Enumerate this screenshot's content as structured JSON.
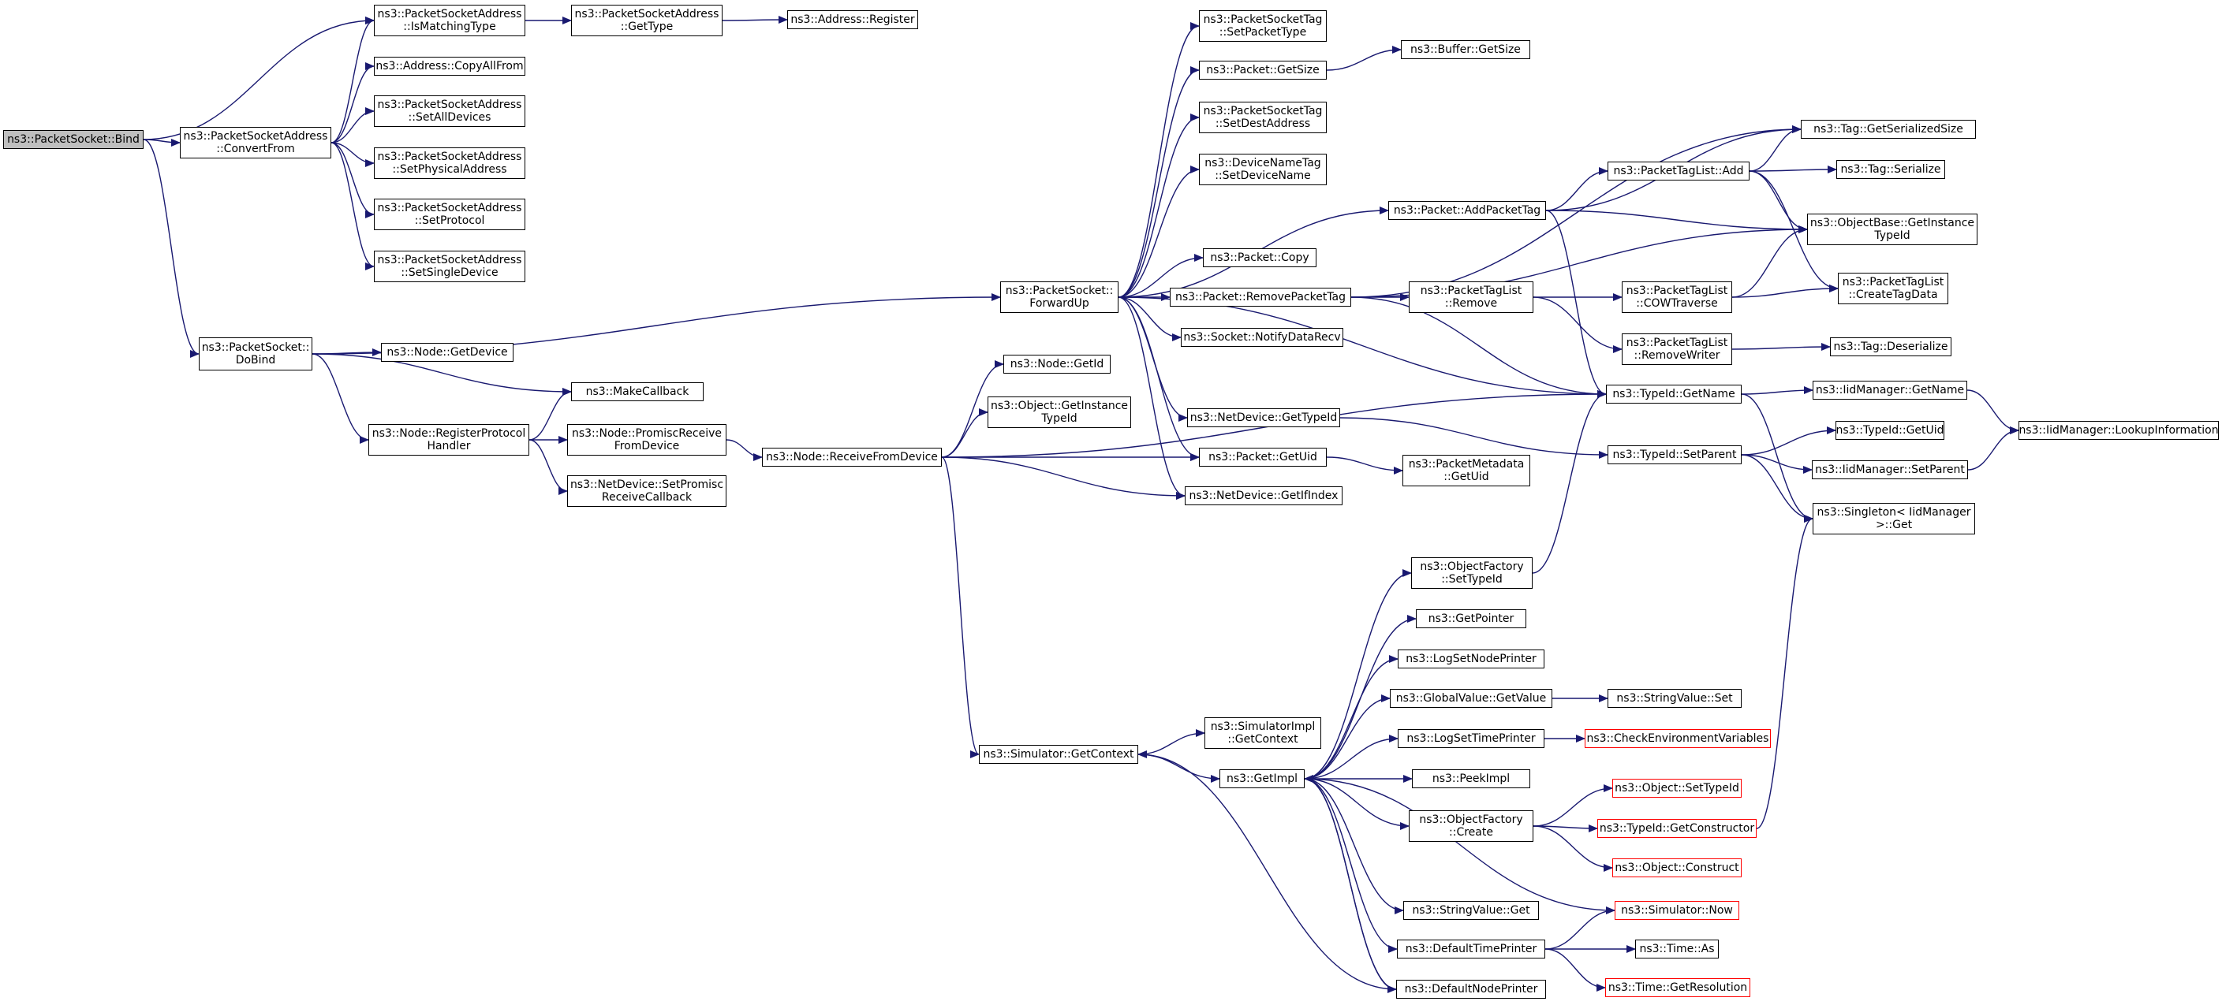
{
  "graph": {
    "edge_color": "#191970",
    "root_fill": "#bfbfbf",
    "truncated_border": "#ff0000",
    "nodes": [
      {
        "id": "bind",
        "lines": [
          "ns3::PacketSocket::Bind"
        ],
        "root": true
      },
      {
        "id": "ismatching",
        "lines": [
          "ns3::PacketSocketAddress",
          "::IsMatchingType"
        ]
      },
      {
        "id": "psa_gettype",
        "lines": [
          "ns3::PacketSocketAddress",
          "::GetType"
        ]
      },
      {
        "id": "addr_register",
        "lines": [
          "ns3::Address::Register"
        ]
      },
      {
        "id": "copyallfrom",
        "lines": [
          "ns3::Address::CopyAllFrom"
        ]
      },
      {
        "id": "convertfrom",
        "lines": [
          "ns3::PacketSocketAddress",
          "::ConvertFrom"
        ]
      },
      {
        "id": "setalldevices",
        "lines": [
          "ns3::PacketSocketAddress",
          "::SetAllDevices"
        ]
      },
      {
        "id": "setphysaddr",
        "lines": [
          "ns3::PacketSocketAddress",
          "::SetPhysicalAddress"
        ]
      },
      {
        "id": "setprotocol",
        "lines": [
          "ns3::PacketSocketAddress",
          "::SetProtocol"
        ]
      },
      {
        "id": "setsingledev",
        "lines": [
          "ns3::PacketSocketAddress",
          "::SetSingleDevice"
        ]
      },
      {
        "id": "dobind",
        "lines": [
          "ns3::PacketSocket::",
          "DoBind"
        ]
      },
      {
        "id": "node_getdevice",
        "lines": [
          "ns3::Node::GetDevice"
        ]
      },
      {
        "id": "makecallback",
        "lines": [
          "ns3::MakeCallback"
        ]
      },
      {
        "id": "regprothandler",
        "lines": [
          "ns3::Node::RegisterProtocol",
          "Handler"
        ]
      },
      {
        "id": "promiscrecv",
        "lines": [
          "ns3::Node::PromiscReceive",
          "FromDevice"
        ]
      },
      {
        "id": "setpromisccb",
        "lines": [
          "ns3::NetDevice::SetPromisc",
          "ReceiveCallback"
        ]
      },
      {
        "id": "recvfromdev",
        "lines": [
          "ns3::Node::ReceiveFromDevice"
        ]
      },
      {
        "id": "node_getid",
        "lines": [
          "ns3::Node::GetId"
        ]
      },
      {
        "id": "obj_getinsttid",
        "lines": [
          "ns3::Object::GetInstance",
          "TypeId"
        ]
      },
      {
        "id": "forwardup",
        "lines": [
          "ns3::PacketSocket::",
          "ForwardUp"
        ]
      },
      {
        "id": "pst_setpackettype",
        "lines": [
          "ns3::PacketSocketTag",
          "::SetPacketType"
        ]
      },
      {
        "id": "packet_getsize",
        "lines": [
          "ns3::Packet::GetSize"
        ]
      },
      {
        "id": "buffer_getsize",
        "lines": [
          "ns3::Buffer::GetSize"
        ]
      },
      {
        "id": "pst_setdestaddr",
        "lines": [
          "ns3::PacketSocketTag",
          "::SetDestAddress"
        ]
      },
      {
        "id": "dnt_setdevname",
        "lines": [
          "ns3::DeviceNameTag",
          "::SetDeviceName"
        ]
      },
      {
        "id": "packet_addtag",
        "lines": [
          "ns3::Packet::AddPacketTag"
        ]
      },
      {
        "id": "ptl_add",
        "lines": [
          "ns3::PacketTagList::Add"
        ]
      },
      {
        "id": "tag_getsersize",
        "lines": [
          "ns3::Tag::GetSerializedSize"
        ]
      },
      {
        "id": "tag_serialize",
        "lines": [
          "ns3::Tag::Serialize"
        ]
      },
      {
        "id": "objbase_getinsttid",
        "lines": [
          "ns3::ObjectBase::GetInstance",
          "TypeId"
        ]
      },
      {
        "id": "packet_copy",
        "lines": [
          "ns3::Packet::Copy"
        ]
      },
      {
        "id": "packet_removetag",
        "lines": [
          "ns3::Packet::RemovePacketTag"
        ]
      },
      {
        "id": "ptl_remove",
        "lines": [
          "ns3::PacketTagList",
          "::Remove"
        ]
      },
      {
        "id": "ptl_cowtraverse",
        "lines": [
          "ns3::PacketTagList",
          "::COWTraverse"
        ]
      },
      {
        "id": "ptl_createtagdata",
        "lines": [
          "ns3::PacketTagList",
          "::CreateTagData"
        ]
      },
      {
        "id": "socket_notifydatarecv",
        "lines": [
          "ns3::Socket::NotifyDataRecv"
        ]
      },
      {
        "id": "ptl_removewriter",
        "lines": [
          "ns3::PacketTagList",
          "::RemoveWriter"
        ]
      },
      {
        "id": "tag_deserialize",
        "lines": [
          "ns3::Tag::Deserialize"
        ]
      },
      {
        "id": "typeid_getname",
        "lines": [
          "ns3::TypeId::GetName"
        ]
      },
      {
        "id": "iidm_getname",
        "lines": [
          "ns3::IidManager::GetName"
        ]
      },
      {
        "id": "iidm_lookupinfo",
        "lines": [
          "ns3::IidManager::LookupInformation"
        ]
      },
      {
        "id": "netdev_gettypeid",
        "lines": [
          "ns3::NetDevice::GetTypeId"
        ]
      },
      {
        "id": "typeid_setparent",
        "lines": [
          "ns3::TypeId::SetParent"
        ]
      },
      {
        "id": "typeid_getuid",
        "lines": [
          "ns3::TypeId::GetUid"
        ]
      },
      {
        "id": "iidm_setparent",
        "lines": [
          "ns3::IidManager::SetParent"
        ]
      },
      {
        "id": "packet_getuid",
        "lines": [
          "ns3::Packet::GetUid"
        ]
      },
      {
        "id": "pktmeta_getuid",
        "lines": [
          "ns3::PacketMetadata",
          "::GetUid"
        ]
      },
      {
        "id": "netdev_getifindex",
        "lines": [
          "ns3::NetDevice::GetIfIndex"
        ]
      },
      {
        "id": "singleton_get",
        "lines": [
          "ns3::Singleton< IidManager",
          ">::Get"
        ]
      },
      {
        "id": "objfact_settypeid",
        "lines": [
          "ns3::ObjectFactory",
          "::SetTypeId"
        ]
      },
      {
        "id": "getpointer",
        "lines": [
          "ns3::GetPointer"
        ]
      },
      {
        "id": "logsetnodeprinter",
        "lines": [
          "ns3::LogSetNodePrinter"
        ]
      },
      {
        "id": "globalvalue_getvalue",
        "lines": [
          "ns3::GlobalValue::GetValue"
        ]
      },
      {
        "id": "stringvalue_set",
        "lines": [
          "ns3::StringValue::Set"
        ]
      },
      {
        "id": "sim_getcontext",
        "lines": [
          "ns3::Simulator::GetContext"
        ]
      },
      {
        "id": "simimpl_getcontext",
        "lines": [
          "ns3::SimulatorImpl",
          "::GetContext"
        ]
      },
      {
        "id": "logsettimeprinter",
        "lines": [
          "ns3::LogSetTimePrinter"
        ]
      },
      {
        "id": "checkenvvars",
        "lines": [
          "ns3::CheckEnvironmentVariables"
        ],
        "trunc": true
      },
      {
        "id": "getimpl",
        "lines": [
          "ns3::GetImpl"
        ]
      },
      {
        "id": "peekimpl",
        "lines": [
          "ns3::PeekImpl"
        ]
      },
      {
        "id": "obj_settypeid",
        "lines": [
          "ns3::Object::SetTypeId"
        ],
        "trunc": true
      },
      {
        "id": "objfact_create",
        "lines": [
          "ns3::ObjectFactory",
          "::Create"
        ]
      },
      {
        "id": "typeid_getconstructor",
        "lines": [
          "ns3::TypeId::GetConstructor"
        ],
        "trunc": true
      },
      {
        "id": "obj_construct",
        "lines": [
          "ns3::Object::Construct"
        ],
        "trunc": true
      },
      {
        "id": "sim_now",
        "lines": [
          "ns3::Simulator::Now"
        ],
        "trunc": true
      },
      {
        "id": "stringvalue_get",
        "lines": [
          "ns3::StringValue::Get"
        ]
      },
      {
        "id": "defaulttimeprinter",
        "lines": [
          "ns3::DefaultTimePrinter"
        ]
      },
      {
        "id": "time_as",
        "lines": [
          "ns3::Time::As"
        ]
      },
      {
        "id": "time_getresolution",
        "lines": [
          "ns3::Time::GetResolution"
        ],
        "trunc": true
      },
      {
        "id": "defaultnodeprinter",
        "lines": [
          "ns3::DefaultNodePrinter"
        ]
      }
    ],
    "edges": [
      [
        "bind",
        "ismatching"
      ],
      [
        "bind",
        "convertfrom"
      ],
      [
        "bind",
        "dobind"
      ],
      [
        "ismatching",
        "psa_gettype"
      ],
      [
        "psa_gettype",
        "addr_register"
      ],
      [
        "convertfrom",
        "ismatching"
      ],
      [
        "convertfrom",
        "copyallfrom"
      ],
      [
        "convertfrom",
        "setalldevices"
      ],
      [
        "convertfrom",
        "setphysaddr"
      ],
      [
        "convertfrom",
        "setprotocol"
      ],
      [
        "convertfrom",
        "setsingledev"
      ],
      [
        "dobind",
        "forwardup"
      ],
      [
        "dobind",
        "node_getdevice"
      ],
      [
        "dobind",
        "makecallback"
      ],
      [
        "dobind",
        "regprothandler"
      ],
      [
        "regprothandler",
        "makecallback"
      ],
      [
        "regprothandler",
        "promiscrecv"
      ],
      [
        "regprothandler",
        "setpromisccb"
      ],
      [
        "promiscrecv",
        "recvfromdev"
      ],
      [
        "recvfromdev",
        "node_getid"
      ],
      [
        "recvfromdev",
        "obj_getinsttid"
      ],
      [
        "recvfromdev",
        "packet_getuid"
      ],
      [
        "recvfromdev",
        "netdev_getifindex"
      ],
      [
        "recvfromdev",
        "typeid_getname"
      ],
      [
        "recvfromdev",
        "sim_getcontext"
      ],
      [
        "forwardup",
        "pst_setpackettype"
      ],
      [
        "forwardup",
        "packet_getsize"
      ],
      [
        "forwardup",
        "pst_setdestaddr"
      ],
      [
        "forwardup",
        "dnt_setdevname"
      ],
      [
        "forwardup",
        "packet_addtag"
      ],
      [
        "forwardup",
        "packet_copy"
      ],
      [
        "forwardup",
        "packet_removetag"
      ],
      [
        "forwardup",
        "socket_notifydatarecv"
      ],
      [
        "forwardup",
        "typeid_getname"
      ],
      [
        "forwardup",
        "netdev_gettypeid"
      ],
      [
        "forwardup",
        "packet_getuid"
      ],
      [
        "forwardup",
        "netdev_getifindex"
      ],
      [
        "packet_getsize",
        "buffer_getsize"
      ],
      [
        "packet_addtag",
        "tag_getsersize"
      ],
      [
        "packet_addtag",
        "ptl_add"
      ],
      [
        "packet_addtag",
        "objbase_getinsttid"
      ],
      [
        "packet_addtag",
        "typeid_getname"
      ],
      [
        "ptl_add",
        "tag_getsersize"
      ],
      [
        "ptl_add",
        "tag_serialize"
      ],
      [
        "ptl_add",
        "objbase_getinsttid"
      ],
      [
        "ptl_add",
        "ptl_createtagdata"
      ],
      [
        "packet_removetag",
        "tag_getsersize"
      ],
      [
        "packet_removetag",
        "objbase_getinsttid"
      ],
      [
        "packet_removetag",
        "ptl_remove"
      ],
      [
        "packet_removetag",
        "typeid_getname"
      ],
      [
        "ptl_remove",
        "ptl_cowtraverse"
      ],
      [
        "ptl_remove",
        "ptl_removewriter"
      ],
      [
        "ptl_cowtraverse",
        "objbase_getinsttid"
      ],
      [
        "ptl_cowtraverse",
        "ptl_createtagdata"
      ],
      [
        "ptl_removewriter",
        "tag_deserialize"
      ],
      [
        "typeid_getname",
        "iidm_getname"
      ],
      [
        "typeid_getname",
        "singleton_get"
      ],
      [
        "iidm_getname",
        "iidm_lookupinfo"
      ],
      [
        "netdev_gettypeid",
        "typeid_setparent"
      ],
      [
        "typeid_setparent",
        "typeid_getuid"
      ],
      [
        "typeid_setparent",
        "iidm_setparent"
      ],
      [
        "typeid_setparent",
        "singleton_get"
      ],
      [
        "iidm_setparent",
        "iidm_lookupinfo"
      ],
      [
        "packet_getuid",
        "pktmeta_getuid"
      ],
      [
        "sim_getcontext",
        "simimpl_getcontext"
      ],
      [
        "sim_getcontext",
        "getimpl"
      ],
      [
        "getimpl",
        "objfact_settypeid"
      ],
      [
        "getimpl",
        "getpointer"
      ],
      [
        "getimpl",
        "logsetnodeprinter"
      ],
      [
        "getimpl",
        "globalvalue_getvalue"
      ],
      [
        "getimpl",
        "logsettimeprinter"
      ],
      [
        "getimpl",
        "peekimpl"
      ],
      [
        "getimpl",
        "objfact_create"
      ],
      [
        "getimpl",
        "stringvalue_get"
      ],
      [
        "getimpl",
        "defaulttimeprinter"
      ],
      [
        "getimpl",
        "defaultnodeprinter"
      ],
      [
        "objfact_settypeid",
        "typeid_getname"
      ],
      [
        "globalvalue_getvalue",
        "stringvalue_set"
      ],
      [
        "logsettimeprinter",
        "checkenvvars"
      ],
      [
        "objfact_create",
        "obj_settypeid"
      ],
      [
        "objfact_create",
        "typeid_getconstructor"
      ],
      [
        "objfact_create",
        "obj_construct"
      ],
      [
        "typeid_getconstructor",
        "singleton_get"
      ],
      [
        "sim_now",
        "getimpl"
      ],
      [
        "defaulttimeprinter",
        "sim_now"
      ],
      [
        "defaulttimeprinter",
        "time_as"
      ],
      [
        "defaulttimeprinter",
        "time_getresolution"
      ],
      [
        "defaultnodeprinter",
        "getimpl"
      ],
      [
        "defaultnodeprinter",
        "sim_getcontext"
      ]
    ]
  }
}
